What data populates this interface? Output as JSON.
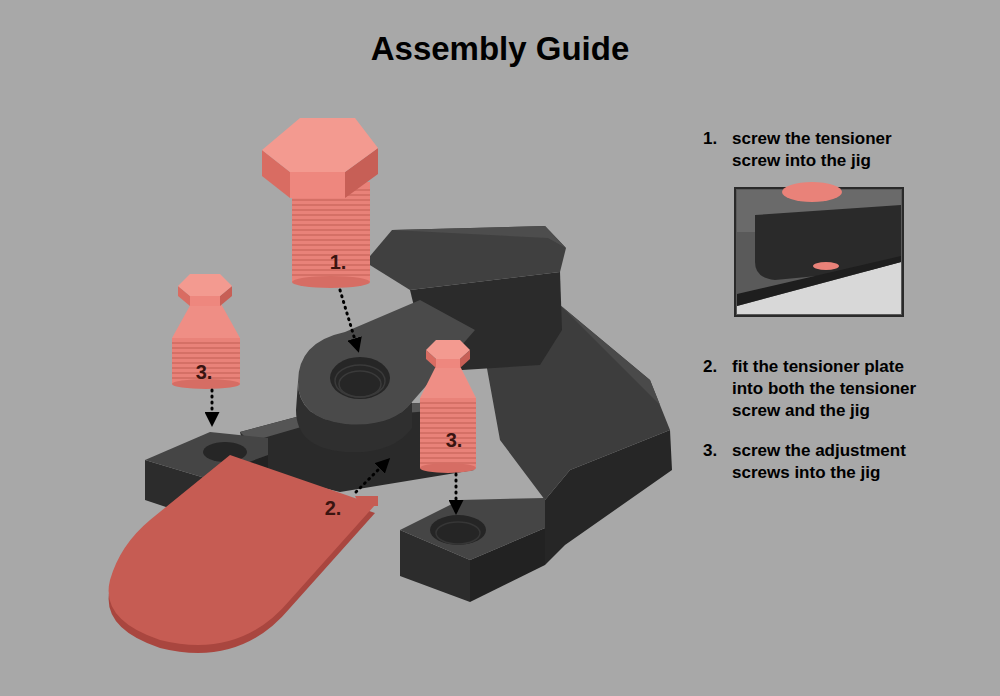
{
  "diagram": {
    "title": "Assembly Guide",
    "labels": [
      "1.",
      "3.",
      "3.",
      "2.",
      "1.",
      "screw the tensioner screw into the jig",
      "2.",
      "fit the tensioner plate into both the tensioner screw and the jig",
      "3.",
      "screw the adjustment screws into the jig"
    ]
  }
}
